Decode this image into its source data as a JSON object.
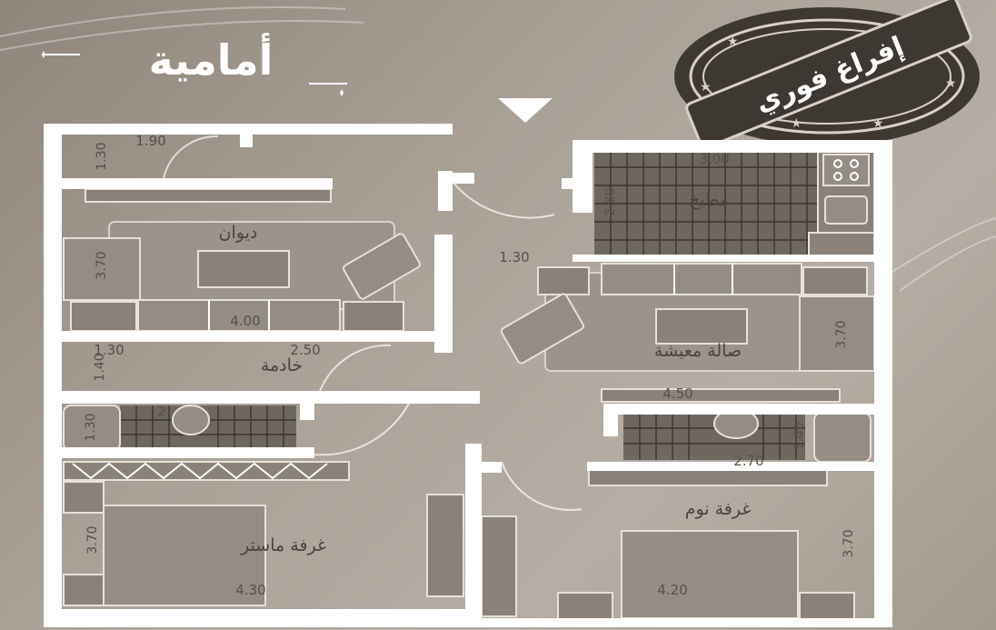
{
  "header": {
    "title": "أمامية"
  },
  "stamp": {
    "text": "إفراغ فوري"
  },
  "rooms": {
    "diwan": "ديوان",
    "kitchen": "مطبخ",
    "maid": "خادمة",
    "living": "صالة معيشة",
    "master": "غرفة ماستر",
    "bedroom": "غرفة نوم"
  },
  "dimensions": {
    "d1": "1.90",
    "d2": "1.30",
    "d3": "3.00",
    "d4": "2.80",
    "d5": "1.30",
    "d6": "3.70",
    "d7": "4.00",
    "d8": "1.30",
    "d9": "2.50",
    "d10": "1.40",
    "d11": "3.70",
    "d12": "4.50",
    "d13": "1.30",
    "d14": "2",
    "d15": "1.40",
    "d16": "2.70",
    "d17": "3.70",
    "d18": "3.70",
    "d19": "4.30",
    "d20": "4.20"
  },
  "colors": {
    "wall": "#ffffff",
    "tile": "#6e6760",
    "stamp": "#3e3833",
    "background": "#a49a8f"
  }
}
